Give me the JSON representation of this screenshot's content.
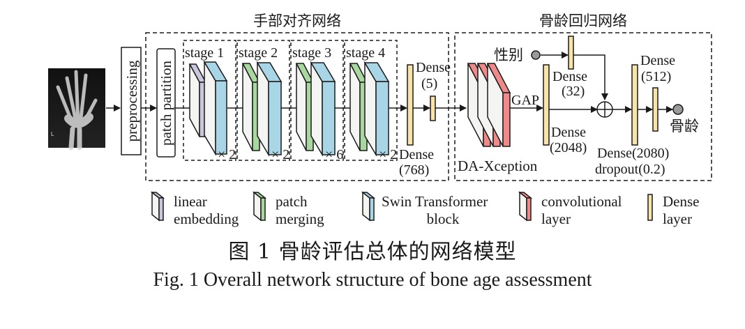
{
  "figure": {
    "input_image": "hand-xray",
    "preprocessing_label": "preprocessing",
    "patch_partition_label": "patch partition",
    "hand_alignment": {
      "title": "手部对齐网络",
      "stages": [
        {
          "label": "stage 1",
          "first_block": "linear embedding",
          "repeat": "× 2"
        },
        {
          "label": "stage 2",
          "first_block": "patch merging",
          "repeat": "× 2"
        },
        {
          "label": "stage 3",
          "first_block": "patch merging",
          "repeat": "× 6"
        },
        {
          "label": "stage 4",
          "first_block": "patch merging",
          "repeat": "× 2"
        }
      ],
      "dense_768": [
        "Dense",
        "(768)"
      ],
      "dense_5": [
        "Dense",
        "(5)"
      ]
    },
    "bone_age_regression": {
      "title": "骨龄回归网络",
      "backbone_label": "DA-Xception",
      "gap_label": "GAP",
      "gender_label": "性别",
      "dense_32": [
        "Dense",
        "(32)"
      ],
      "dense_2048": [
        "Dense",
        "(2048)"
      ],
      "dense_2080": [
        "Dense(2080)",
        "dropout(0.2)"
      ],
      "dense_512": [
        "Dense",
        "(512)"
      ],
      "output_label": "骨龄"
    },
    "legend": [
      {
        "label": [
          "linear",
          "embedding"
        ],
        "color": "#c9c5dc"
      },
      {
        "label": [
          "patch",
          "merging"
        ],
        "color": "#a8d8a0"
      },
      {
        "label": [
          "Swin Transformer",
          "block"
        ],
        "color": "#a9d6e6"
      },
      {
        "label": [
          "convolutional",
          "layer"
        ],
        "color": "#ef8a8a"
      },
      {
        "label": [
          "Dense",
          "layer"
        ],
        "color": "#f8e4a8"
      }
    ],
    "colors": {
      "linear_embedding": "#c9c5dc",
      "patch_merging": "#a8d8a0",
      "swin_block": "#a9d6e6",
      "conv": "#ef8a8a",
      "dense": "#f8e4a8",
      "face": "#f4f4f2",
      "circle": "#9a9a9a"
    }
  },
  "caption": {
    "chinese": "图 1    骨龄评估总体的网络模型",
    "english": "Fig. 1    Overall network structure of bone age assessment"
  }
}
